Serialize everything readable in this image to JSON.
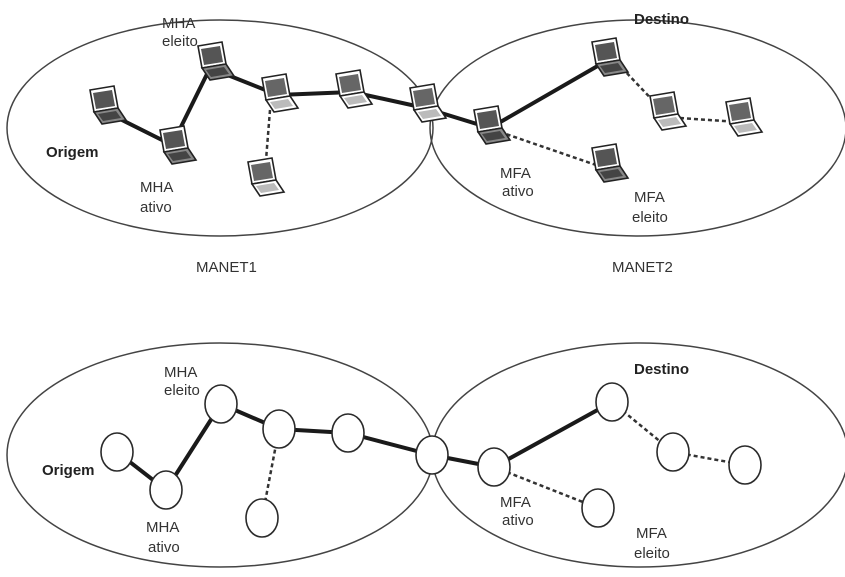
{
  "top": {
    "labels": {
      "origem": "Origem",
      "destino": "Destino",
      "mha_eleito": [
        "MHA",
        "eleito"
      ],
      "mha_ativo": [
        "MHA",
        "ativo"
      ],
      "mfa_ativo": [
        "MFA",
        "ativo"
      ],
      "mfa_eleito": [
        "MFA",
        "eleito"
      ],
      "manet1": "MANET1",
      "manet2": "MANET2"
    },
    "icon": "laptop-icon"
  },
  "bottom": {
    "labels": {
      "origem": "Origem",
      "destino": "Destino",
      "mha_eleito": [
        "MHA",
        "eleito"
      ],
      "mha_ativo": [
        "MHA",
        "ativo"
      ],
      "mfa_ativo": [
        "MFA",
        "ativo"
      ],
      "mfa_eleito": [
        "MFA",
        "eleito"
      ]
    },
    "icon": "circle-node-icon"
  },
  "colors": {
    "laptop_screen": "#666666",
    "laptop_body": "#ffffff",
    "outline": "#222222"
  }
}
